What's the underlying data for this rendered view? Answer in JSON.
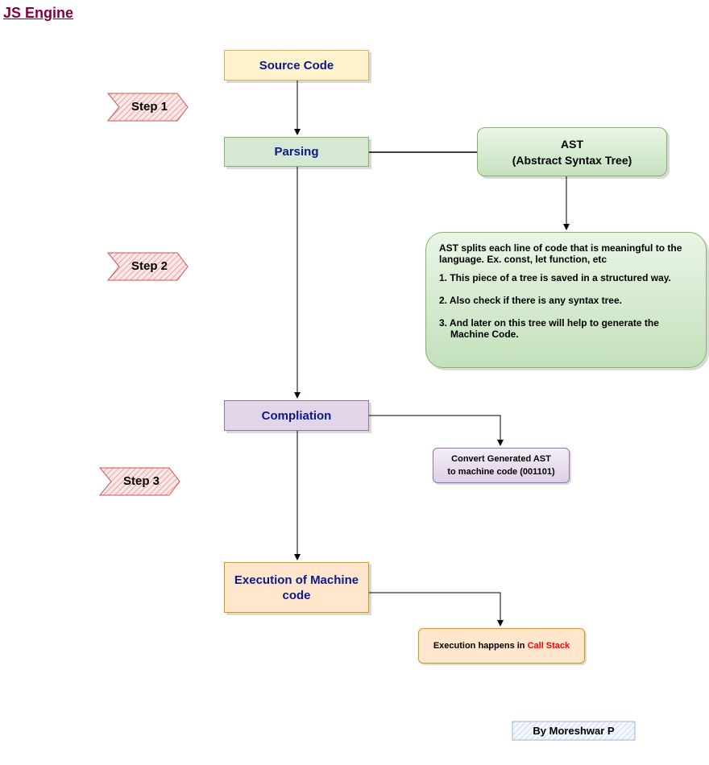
{
  "title": "JS Engine",
  "steps": {
    "step1": "Step 1",
    "step2": "Step 2",
    "step3": "Step 3"
  },
  "nodes": {
    "source_code": "Source Code",
    "parsing": "Parsing",
    "ast_line1": "AST",
    "ast_line2": "(Abstract Syntax Tree)",
    "compilation": "Compliation",
    "execution_line1": "Execution of Machine",
    "execution_line2": "code"
  },
  "ast_notes": {
    "intro": "AST splits each line of code that is meaningful to the language. Ex. const, let function, etc",
    "point1": "1. This piece of a tree is saved in a structured way.",
    "point2": "2. Also check if there is any syntax tree.",
    "point3": "3. And later on this tree will help to generate the Machine Code."
  },
  "convert_note": "Convert Generated AST to machine code (001101)",
  "execution_note": {
    "prefix": "Execution happens in ",
    "highlight": "Call Stack"
  },
  "credit": "By Moreshwar P",
  "colors": {
    "title": "#800040",
    "node_text": "#0b1a8a",
    "highlight": "#ff0000"
  }
}
